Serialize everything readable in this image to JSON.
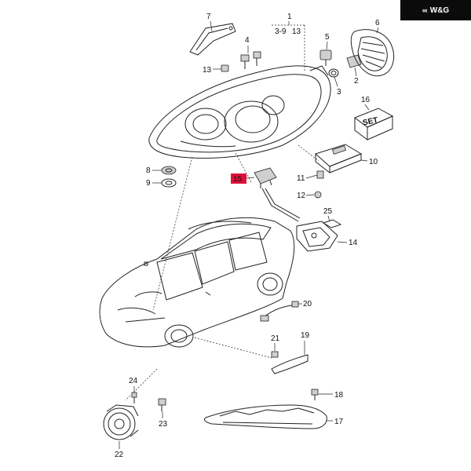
{
  "brand": {
    "text": "W&G",
    "mark_icon": "wing-icon"
  },
  "callouts": {
    "c1": "1",
    "c1_sub_a": "3-9",
    "c1_sub_b": "13",
    "c2": "2",
    "c3": "3",
    "c4": "4",
    "c5": "5",
    "c6": "6",
    "c7": "7",
    "c8": "8",
    "c9": "9",
    "c10": "10",
    "c11": "11",
    "c12": "12",
    "c13": "13",
    "c14": "14",
    "c15": "15",
    "c16": "16",
    "c17": "17",
    "c18": "18",
    "c19": "19",
    "c20": "20",
    "c21": "21",
    "c22": "22",
    "c23": "23",
    "c24": "24",
    "c25": "25"
  },
  "labels": {
    "set_box": "SET"
  },
  "colors": {
    "highlight": "#e0103a",
    "line": "#222222",
    "badge_bg": "#0b0b0b"
  }
}
